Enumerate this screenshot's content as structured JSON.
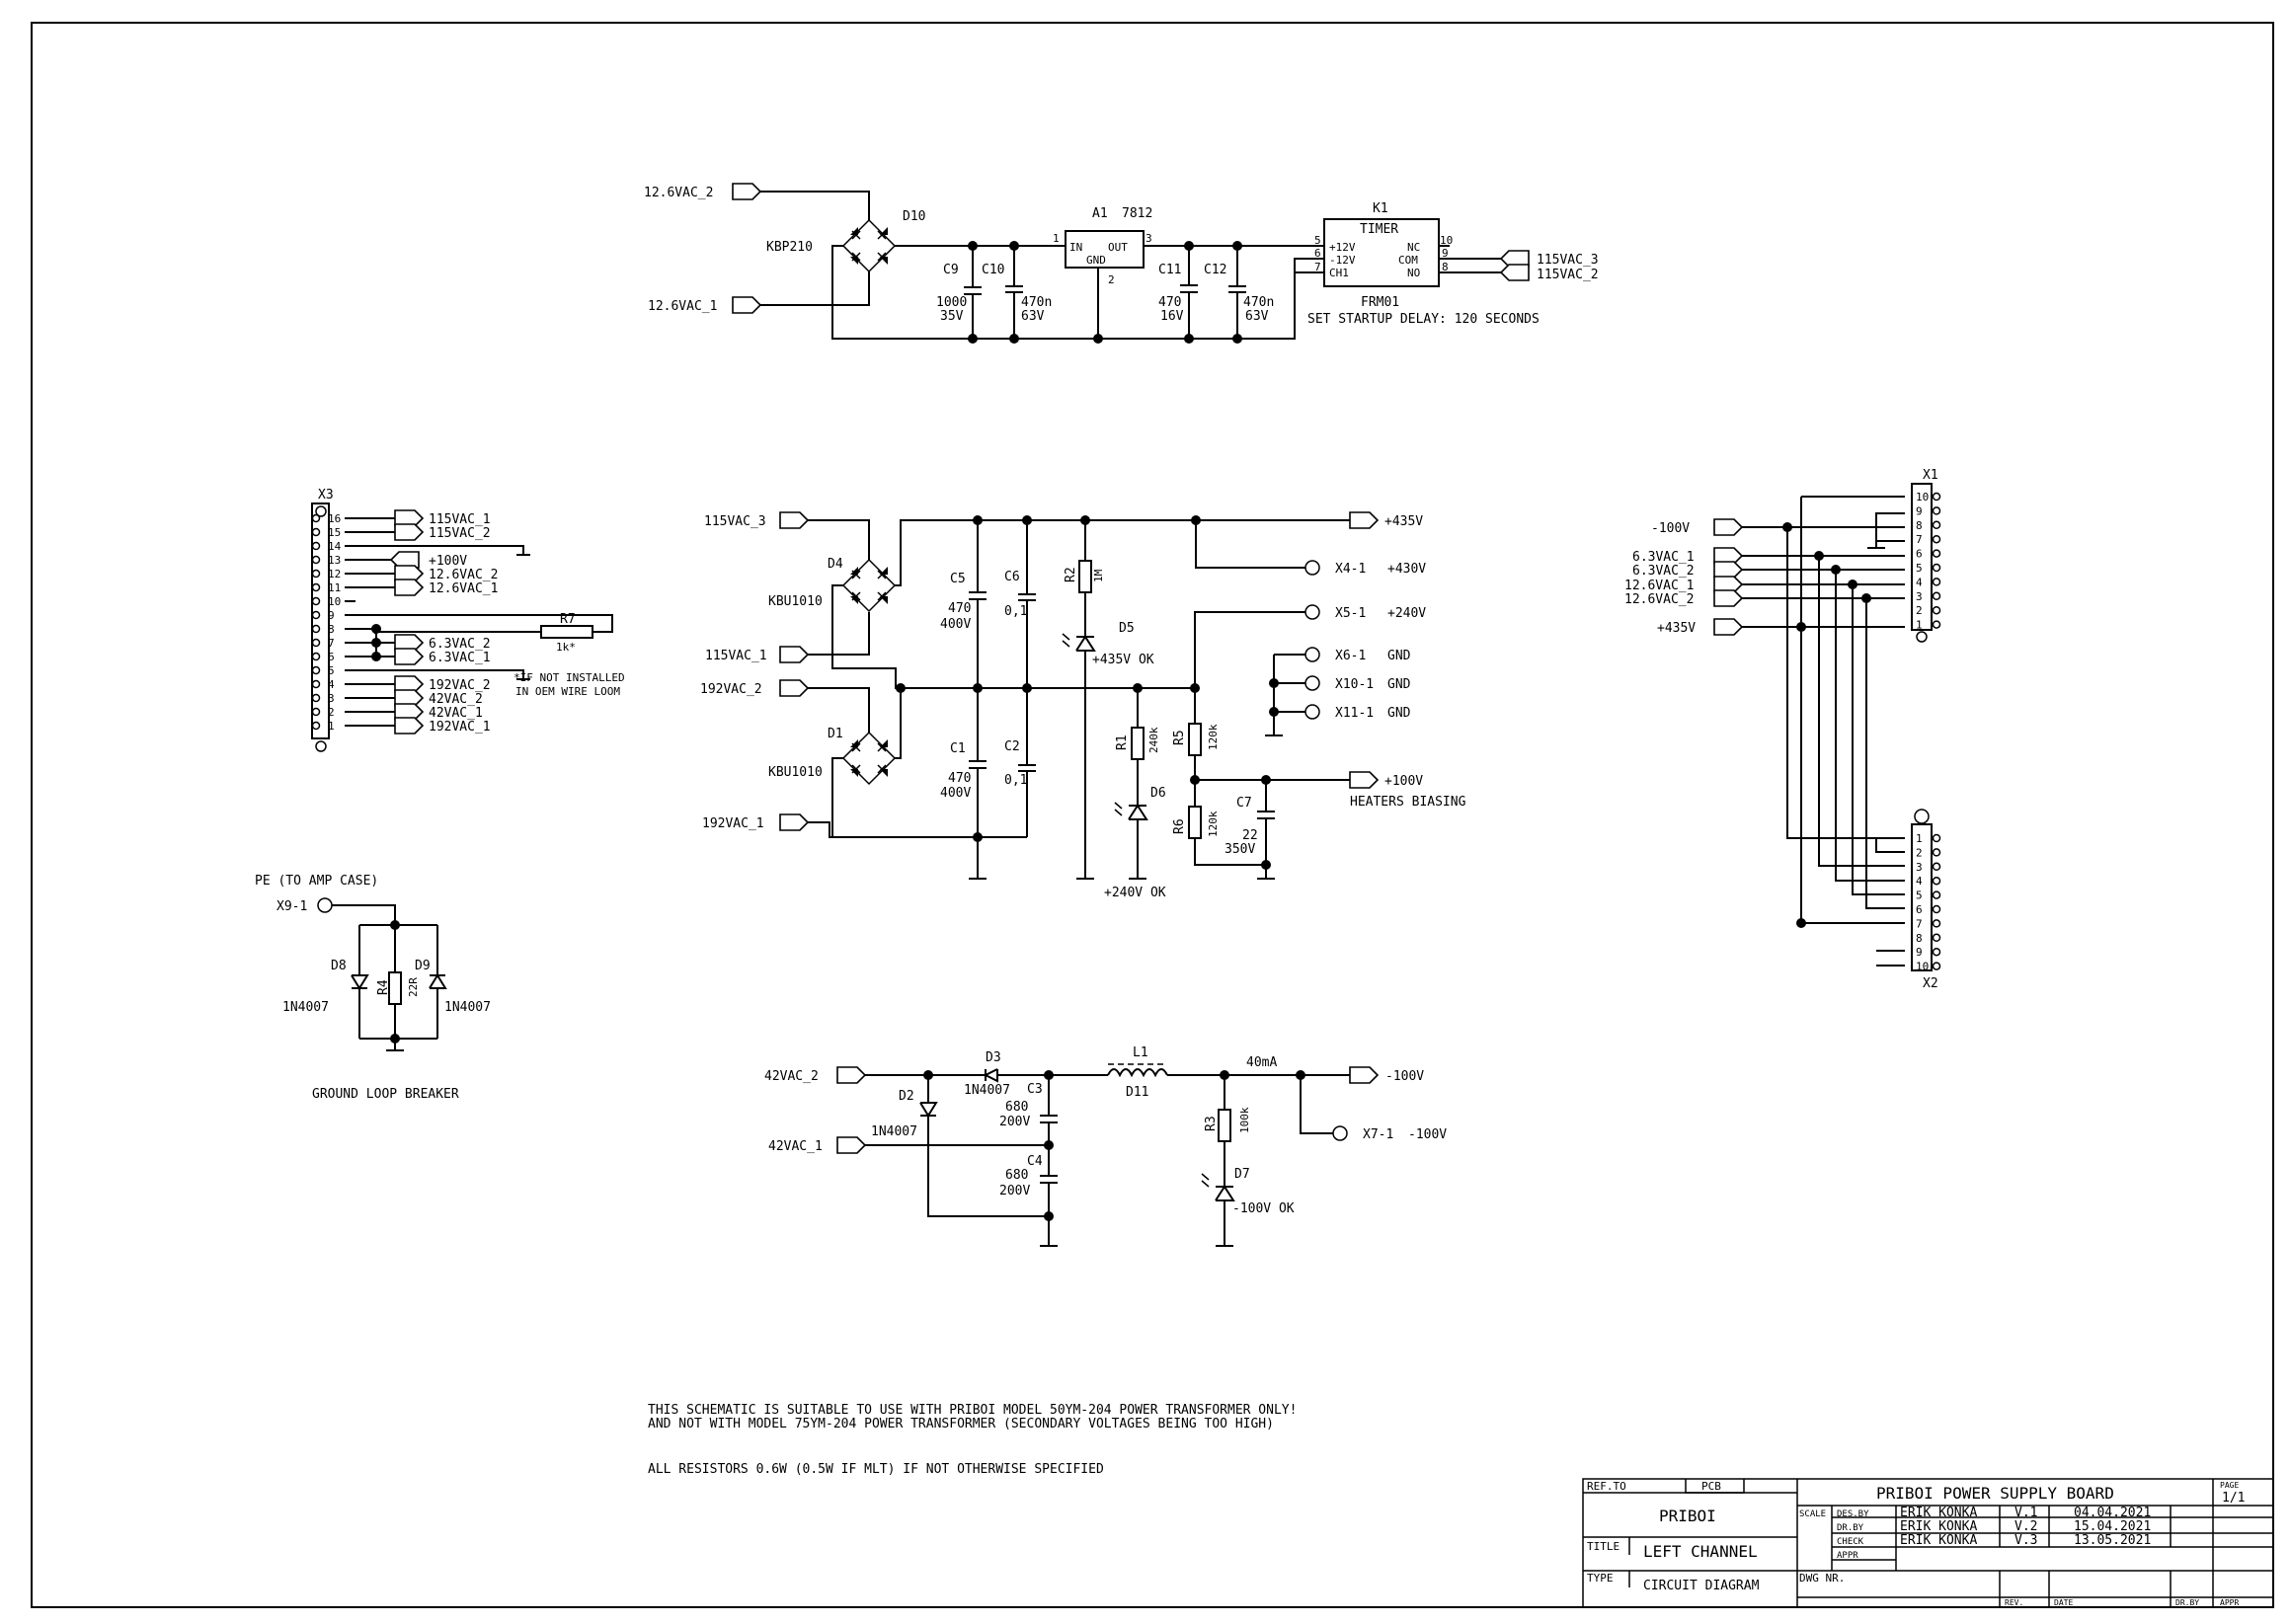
{
  "schematic": {
    "relay_section": {
      "in_top": "12.6VAC_2",
      "in_bottom": "12.6VAC_1",
      "bridge_ref": "D10",
      "bridge_part": "KBP210",
      "regulator_ref": "A1",
      "regulator_part": "7812",
      "reg_pin_in": "1",
      "reg_pin_out": "3",
      "reg_pin_gnd": "2",
      "reg_label_in": "IN",
      "reg_label_out": "OUT",
      "reg_label_gnd": "GND",
      "c9_ref": "C9",
      "c9_val1": "1000",
      "c9_val2": "35V",
      "c10_ref": "C10",
      "c10_val1": "470n",
      "c10_val2": "63V",
      "c11_ref": "C11",
      "c11_val1": "470",
      "c11_val2": "16V",
      "c12_ref": "C12",
      "c12_val1": "470n",
      "c12_val2": "63V",
      "relay_ref": "K1",
      "relay_title": "TIMER",
      "relay_part": "FRM01",
      "relay_pins_left": [
        "5",
        "6",
        "7"
      ],
      "relay_labels_left": [
        "+12V",
        "-12V",
        "CH1"
      ],
      "relay_pins_right": [
        "10",
        "9",
        "8"
      ],
      "relay_labels_right": [
        "NC",
        "COM",
        "NO"
      ],
      "out_1": "115VAC_3",
      "out_2": "115VAC_2",
      "note": "SET STARTUP DELAY: 120 SECONDS"
    },
    "x3": {
      "ref": "X3",
      "pins": [
        "16",
        "15",
        "14",
        "13",
        "12",
        "11",
        "10",
        "9",
        "8",
        "7",
        "6",
        "5",
        "4",
        "3",
        "2",
        "1"
      ],
      "nets": [
        "115VAC_1",
        "115VAC_2",
        "+100V",
        "12.6VAC_2",
        "12.6VAC_1",
        "6.3VAC_2",
        "6.3VAC_1",
        "192VAC_2",
        "42VAC_2",
        "42VAC_1",
        "192VAC_1"
      ],
      "r7_ref": "R7",
      "r7_val": "1k*",
      "note_1": "*IF NOT INSTALLED",
      "note_2": "IN OEM WIRE LOOM"
    },
    "hv_section": {
      "in_115_3": "115VAC_3",
      "in_115_1": "115VAC_1",
      "in_192_2": "192VAC_2",
      "in_192_1": "192VAC_1",
      "d4_ref": "D4",
      "d4_part": "KBU1010",
      "d1_ref": "D1",
      "d1_part": "KBU1010",
      "c5_ref": "C5",
      "c5_val1": "470",
      "c5_val2": "400V",
      "c6_ref": "C6",
      "c6_val": "0,1",
      "c1_ref": "C1",
      "c1_val1": "470",
      "c1_val2": "400V",
      "c2_ref": "C2",
      "c2_val": "0,1",
      "r2_ref": "R2",
      "r2_val": "1M",
      "d5_ref": "D5",
      "d5_label": "+435V OK",
      "r1_ref": "R1",
      "r1_val": "240k",
      "d6_ref": "D6",
      "d6_label": "+240V OK",
      "r5_ref": "R5",
      "r5_val": "120k",
      "r6_ref": "R6",
      "r6_val": "120k",
      "c7_ref": "C7",
      "c7_val1": "22",
      "c7_val2": "350V",
      "out_435": "+435V",
      "x4_ref": "X4-1",
      "x4_label": "+430V",
      "x5_ref": "X5-1",
      "x5_label": "+240V",
      "x6_ref": "X6-1",
      "x6_label": "GND",
      "x10_ref": "X10-1",
      "x10_label": "GND",
      "x11_ref": "X11-1",
      "x11_label": "GND",
      "out_100": "+100V",
      "out_100_note": "HEATERS BIASING"
    },
    "x1x2": {
      "x1_ref": "X1",
      "x2_ref": "X2",
      "x1_pins": [
        "10",
        "9",
        "8",
        "7",
        "6",
        "5",
        "4",
        "3",
        "2",
        "1"
      ],
      "x2_pins": [
        "1",
        "2",
        "3",
        "4",
        "5",
        "6",
        "7",
        "8",
        "9",
        "10"
      ],
      "nets": [
        "-100V",
        "6.3VAC_1",
        "6.3VAC_2",
        "12.6VAC_1",
        "12.6VAC_2",
        "+435V"
      ]
    },
    "ground": {
      "title": "PE (TO AMP CASE)",
      "port": "X9-1",
      "d8_ref": "D8",
      "d8_part": "1N4007",
      "r4_ref": "R4",
      "r4_val": "22R",
      "d9_ref": "D9",
      "d9_part": "1N4007",
      "caption": "GROUND LOOP BREAKER"
    },
    "neg_section": {
      "in_42_2": "42VAC_2",
      "in_42_1": "42VAC_1",
      "d3_ref": "D3",
      "d3_part": "1N4007",
      "d2_ref": "D2",
      "d2_part": "1N4007",
      "c3_ref": "C3",
      "c3_val1": "680",
      "c3_val2": "200V",
      "c4_ref": "C4",
      "c4_val1": "680",
      "c4_val2": "200V",
      "l1_ref": "L1",
      "d11_ref": "D11",
      "current": "40mA",
      "out": "-100V",
      "r3_ref": "R3",
      "r3_val": "100k",
      "d7_ref": "D7",
      "d7_label": "-100V OK",
      "x7_ref": "X7-1",
      "x7_label": "-100V"
    },
    "notes": {
      "line1": "THIS SCHEMATIC IS SUITABLE TO USE WITH PRIBOI MODEL 50YM-204 POWER TRANSFORMER ONLY!",
      "line2": "AND NOT WITH MODEL 75YM-204 POWER TRANSFORMER (SECONDARY VOLTAGES BEING TOO HIGH)",
      "line3": "ALL RESISTORS 0.6W (0.5W IF MLT) IF NOT OTHERWISE SPECIFIED"
    }
  },
  "title_block": {
    "ref_to_label": "REF.TO",
    "ref_to_value": "PCB",
    "company": "PRIBOI",
    "title_label": "TITLE",
    "title_value": "LEFT CHANNEL",
    "type_label": "TYPE",
    "type_value": "CIRCUIT DIAGRAM",
    "board_name": "PRIBOI POWER SUPPLY BOARD",
    "page_label": "PAGE",
    "page_value": "1/1",
    "scale_label": "SCALE",
    "roles": [
      "DES.BY",
      "DR.BY",
      "CHECK",
      "APPR"
    ],
    "names": [
      "ERIK KONKA",
      "ERIK KONKA",
      "ERIK KONKA"
    ],
    "versions": [
      "V.1",
      "V.2",
      "V.3"
    ],
    "dates": [
      "04.04.2021",
      "15.04.2021",
      "13.05.2021"
    ],
    "dwg_label": "DWG NR.",
    "rev_label": "REV.",
    "date_label": "DATE",
    "drby_label": "DR.BY",
    "appr_label": "APPR"
  }
}
